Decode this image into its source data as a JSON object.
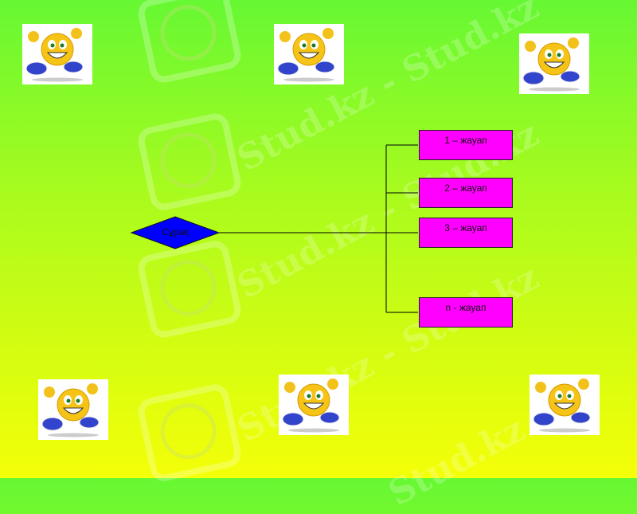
{
  "watermark": "Stud.kz",
  "watermark_long": "Stud.kz - Stud.kz",
  "diagram": {
    "question": "Сұрақ",
    "answers": [
      "1 – жауап",
      "2 – жауап",
      "3 – жауап",
      "n - жауап"
    ],
    "colors": {
      "question": "#0000ff",
      "answer": "#ff00ff",
      "line": "#000000"
    }
  },
  "images": [
    "smiley-running-icon",
    "smiley-running-icon",
    "smiley-running-icon",
    "smiley-running-icon",
    "smiley-running-icon",
    "smiley-running-icon"
  ]
}
